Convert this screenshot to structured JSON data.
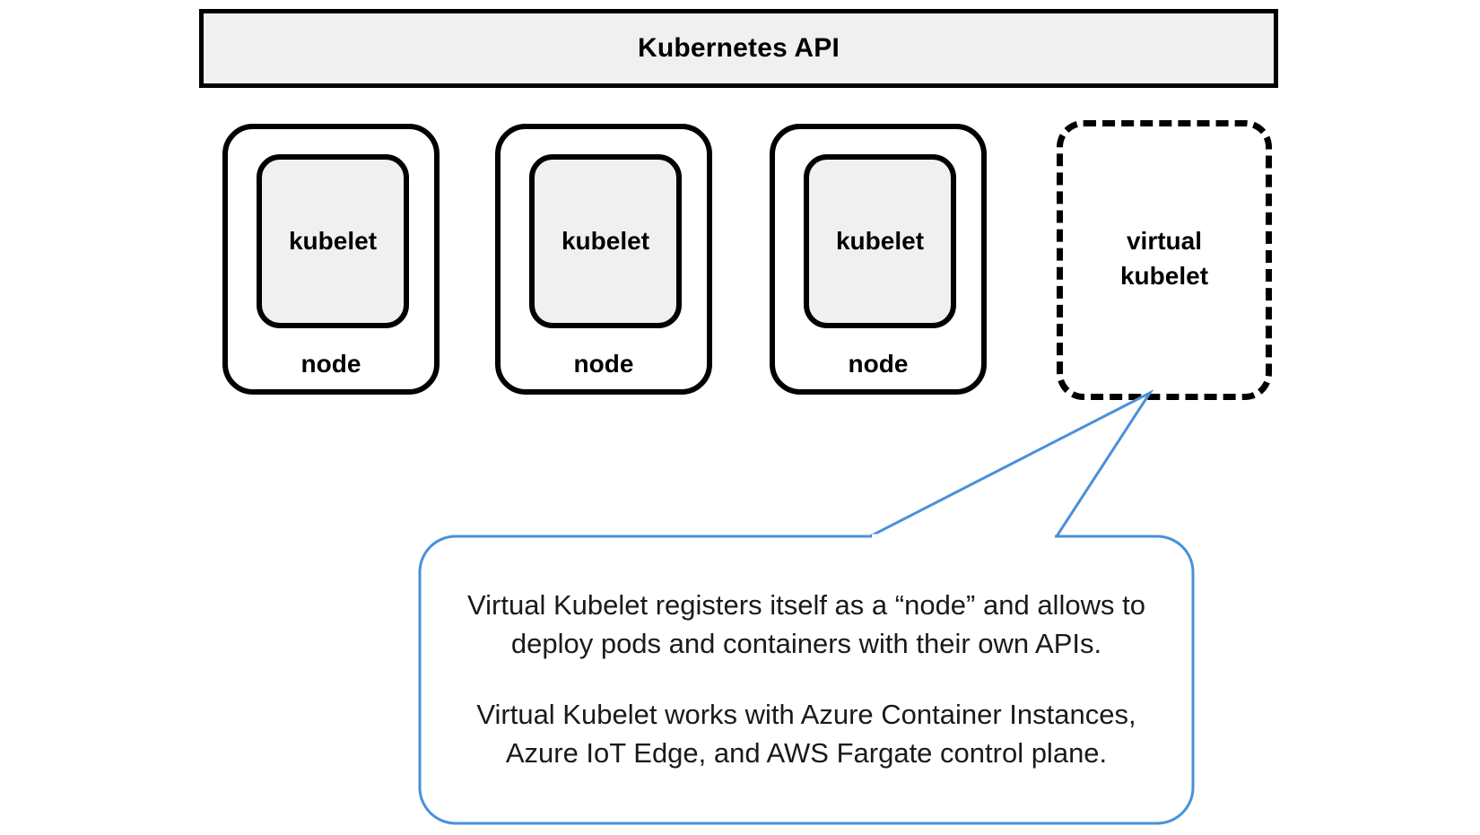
{
  "diagram": {
    "title": "Kubernetes API",
    "api_bar": {
      "label": "Kubernetes API",
      "fill_color": "#f0f0f0",
      "border_color": "#000000"
    },
    "nodes": [
      {
        "kubelet_label": "kubelet",
        "node_label": "node",
        "border_style": "solid"
      },
      {
        "kubelet_label": "kubelet",
        "node_label": "node",
        "border_style": "solid"
      },
      {
        "kubelet_label": "kubelet",
        "node_label": "node",
        "border_style": "solid"
      }
    ],
    "virtual_node": {
      "label_line1": "virtual",
      "label_line2": "kubelet",
      "border_style": "dashed",
      "border_color": "#000000"
    },
    "callout": {
      "border_color": "#4a90d9",
      "fill_color": "#ffffff",
      "paragraphs": [
        "Virtual Kubelet registers itself as a “node” and allows to deploy pods and containers with their own APIs.",
        "Virtual Kubelet works with Azure Container Instances, Azure IoT Edge, and AWS Fargate control plane."
      ]
    }
  }
}
